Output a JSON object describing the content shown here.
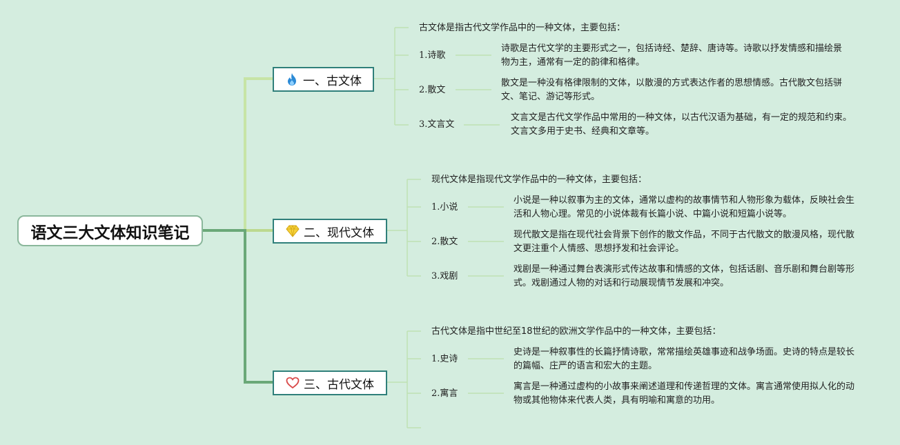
{
  "root": {
    "title": "语文三大文体知识笔记"
  },
  "branches": [
    {
      "label": "一、古文体",
      "icon": "fire-icon",
      "intro": "古文体是指古代文学作品中的一种文体，主要包括：",
      "items": [
        {
          "label": "1.诗歌",
          "desc": "诗歌是古代文学的主要形式之一，包括诗经、楚辞、唐诗等。诗歌以抒发情感和描绘景物为主，通常有一定的韵律和格律。"
        },
        {
          "label": "2.散文",
          "desc": "散文是一种没有格律限制的文体，以散漫的方式表达作者的思想情感。古代散文包括骈文、笔记、游记等形式。"
        },
        {
          "label": "3.文言文",
          "desc": "文言文是古代文学作品中常用的一种文体，以古代汉语为基础，有一定的规范和约束。文言文多用于史书、经典和文章等。"
        }
      ]
    },
    {
      "label": "二、现代文体",
      "icon": "diamond-icon",
      "intro": "现代文体是指现代文学作品中的一种文体，主要包括：",
      "items": [
        {
          "label": "1.小说",
          "desc": "小说是一种以叙事为主的文体，通常以虚构的故事情节和人物形象为载体，反映社会生活和人物心理。常见的小说体裁有长篇小说、中篇小说和短篇小说等。"
        },
        {
          "label": "2.散文",
          "desc": "现代散文是指在现代社会背景下创作的散文作品，不同于古代散文的散漫风格，现代散文更注重个人情感、思想抒发和社会评论。"
        },
        {
          "label": "3.戏剧",
          "desc": "戏剧是一种通过舞台表演形式传达故事和情感的文体，包括话剧、音乐剧和舞台剧等形式。戏剧通过人物的对话和行动展现情节发展和冲突。"
        }
      ]
    },
    {
      "label": "三、古代文体",
      "icon": "heart-icon",
      "intro": "古代文体是指中世纪至18世纪的欧洲文学作品中的一种文体，主要包括：",
      "items": [
        {
          "label": "1.史诗",
          "desc": "史诗是一种叙事性的长篇抒情诗歌，常常描绘英雄事迹和战争场面。史诗的特点是较长的篇幅、庄严的语言和宏大的主题。"
        },
        {
          "label": "2.寓言",
          "desc": "寓言是一种通过虚构的小故事来阐述道理和传递哲理的文体。寓言通常使用拟人化的动物或其他物体来代表人类，具有明喻和寓意的功用。"
        }
      ]
    }
  ],
  "colors": {
    "background": "#d4eddf",
    "branch_border": "#2f7f7a",
    "line_branch1": "#c5e3a8",
    "line_branch2": "#b7d991",
    "line_branch3": "#6aa878",
    "line_thin": "#b8e0b0"
  }
}
